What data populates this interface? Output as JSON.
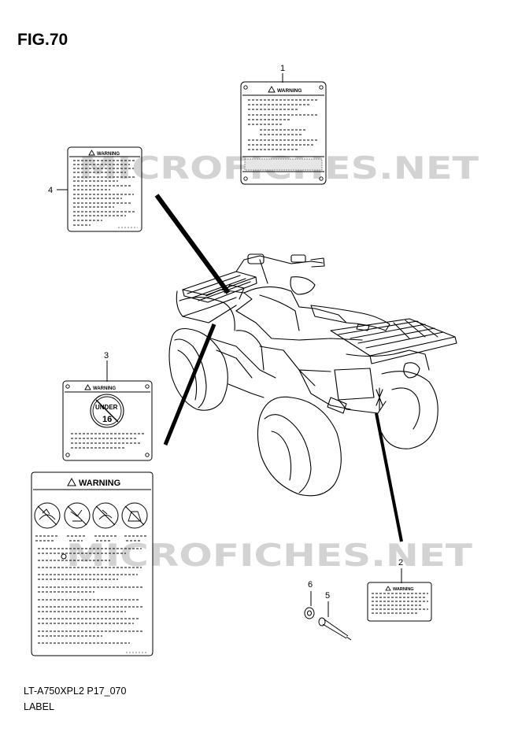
{
  "figure": {
    "title": "FIG.70",
    "code": "LT-A750XPL2 P17_070",
    "subtitle": "LABEL"
  },
  "watermark": {
    "text": "MICROFICHES.NET",
    "color": "#d0d0d0"
  },
  "labels": [
    {
      "no": "1",
      "heading": "WARNING",
      "icon": "warning-triangle-icon"
    },
    {
      "no": "2",
      "heading": "WARNING",
      "icon": "warning-triangle-icon"
    },
    {
      "no": "3",
      "heading": "WARNING",
      "icon": "warning-triangle-icon",
      "badge_top": "UNDER",
      "badge_bottom": "16"
    },
    {
      "no": "4",
      "heading": "WARNING",
      "icon": "warning-triangle-icon"
    },
    {
      "no": "",
      "heading": "WARNING",
      "icon": "warning-triangle-icon",
      "pictograms": [
        "no-passenger-icon",
        "no-alcohol-icon",
        "no-drugs-icon",
        "no-paved-road-icon"
      ]
    }
  ],
  "parts": [
    {
      "no": "5",
      "name": "rivet-icon"
    },
    {
      "no": "6",
      "name": "washer-icon"
    }
  ]
}
